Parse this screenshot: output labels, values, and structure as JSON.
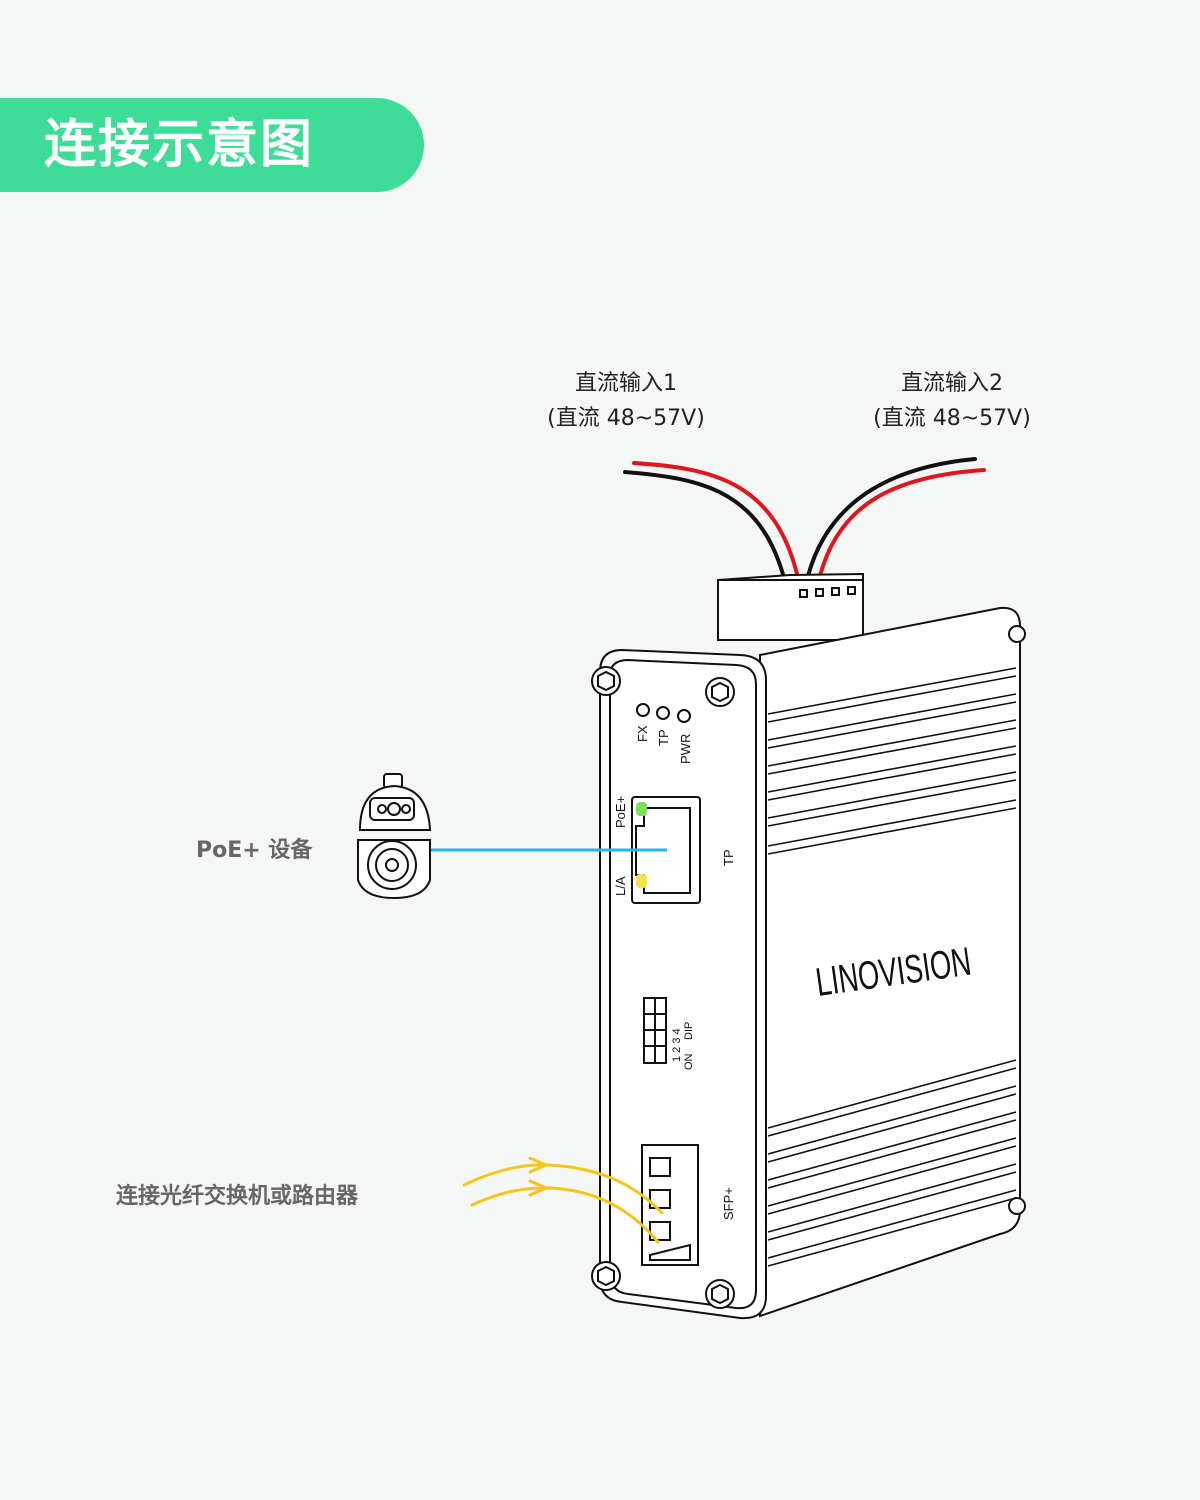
{
  "header": {
    "title": "连接示意图"
  },
  "labels": {
    "dc_input_1_line1": "直流输入1",
    "dc_input_1_line2": "(直流 48~57V)",
    "dc_input_2_line1": "直流输入2",
    "dc_input_2_line2": "(直流 48~57V)",
    "poe_device": "PoE+ 设备",
    "fiber_connect": "连接光纤交换机或路由器"
  },
  "device": {
    "brand": "LINOVISION",
    "leds": {
      "fx": "FX",
      "tp": "TP",
      "pwr": "PWR"
    },
    "port_labels": {
      "poe": "PoE+",
      "la": "L/A",
      "tp": "TP",
      "sfp": "SFP+"
    },
    "dip": {
      "numbers": "1 2 3 4",
      "on": "ON",
      "dip": "DIP"
    }
  },
  "colors": {
    "accent": "#3ddc97",
    "ethernet_cable": "#29b3e6",
    "fiber_arrows": "#f5c518",
    "wire_red": "#e0161c",
    "wire_black": "#111111",
    "led_green": "#7be05a",
    "led_yellow": "#f3e24a"
  }
}
